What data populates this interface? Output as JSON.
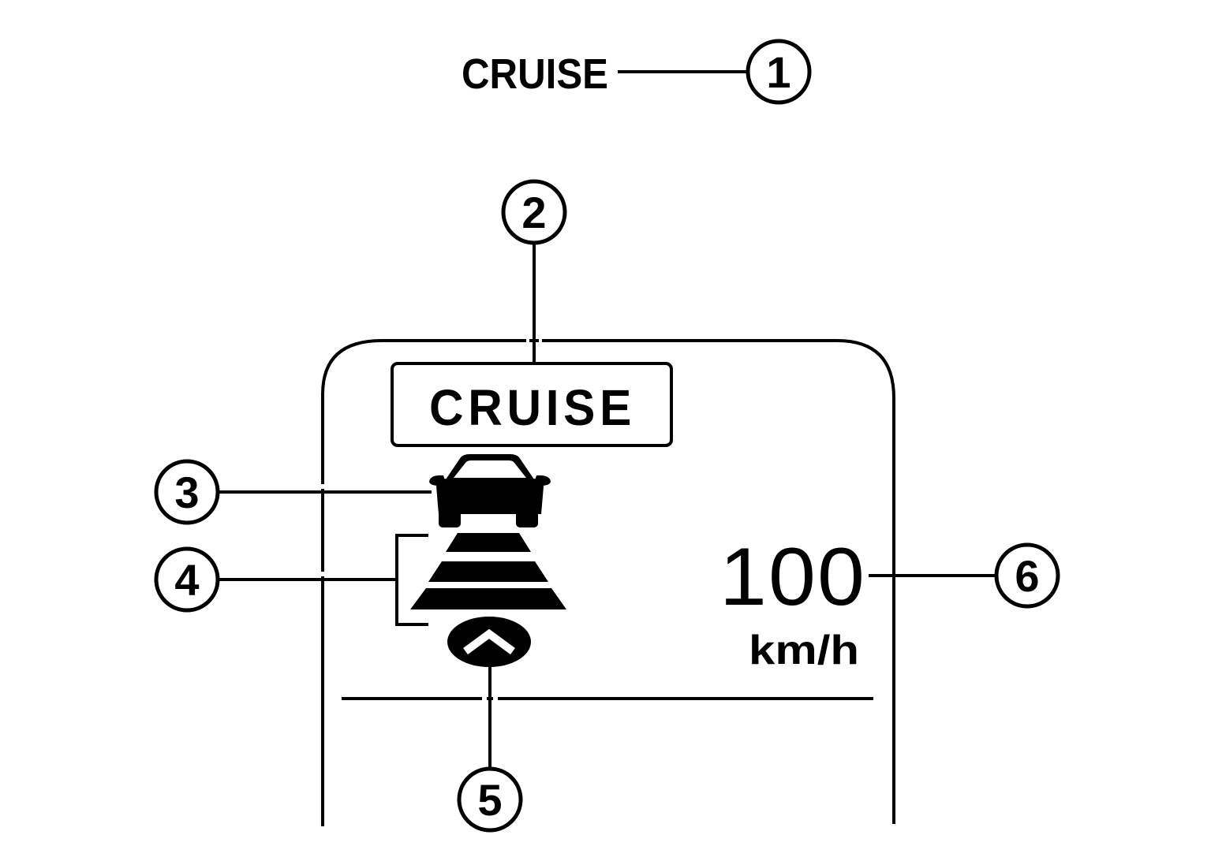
{
  "cruise_indicator": {
    "label": "CRUISE"
  },
  "display": {
    "cruise_label": "CRUISE",
    "set_speed": "100",
    "speed_unit": "km/h"
  },
  "callouts": [
    {
      "number": "1",
      "target": "cruise-indicator-lamp"
    },
    {
      "number": "2",
      "target": "cruise-display-indicator"
    },
    {
      "number": "3",
      "target": "vehicle-ahead-icon"
    },
    {
      "number": "4",
      "target": "following-distance-bars"
    },
    {
      "number": "5",
      "target": "own-vehicle-marker"
    },
    {
      "number": "6",
      "target": "set-speed-readout"
    }
  ],
  "icons": [
    "car-front-icon",
    "distance-bars-icon",
    "chevron-up-icon"
  ],
  "colors": {
    "line": "#000000",
    "background": "#ffffff"
  }
}
